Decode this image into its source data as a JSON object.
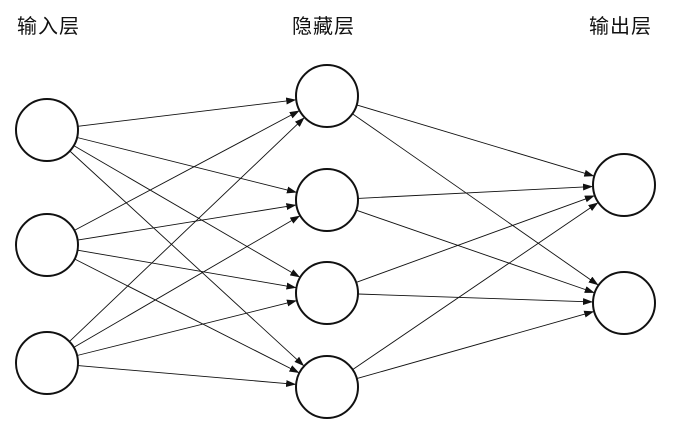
{
  "layers": {
    "input": {
      "label": "输入层",
      "node_count": 3
    },
    "hidden": {
      "label": "隐藏层",
      "node_count": 4
    },
    "output": {
      "label": "输出层",
      "node_count": 2
    }
  },
  "connections": {
    "input_to_hidden": "fully-connected",
    "hidden_to_output": "fully-connected",
    "arrowheads": true
  },
  "colors": {
    "stroke": "#111111",
    "node_fill": "#ffffff",
    "background": "#ffffff"
  }
}
